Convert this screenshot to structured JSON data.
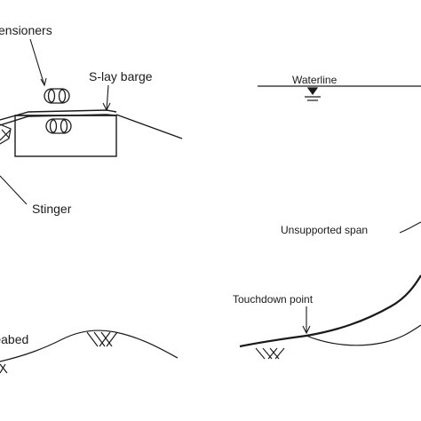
{
  "labels": {
    "tensioners": "Tensioners",
    "s_lay_barge": "S-lay barge",
    "stinger": "Stinger",
    "waterline": "Waterline",
    "unsupported_span": "Unsupported span",
    "touchdown_point": "Touchdown point",
    "seabed": "Seabed"
  }
}
